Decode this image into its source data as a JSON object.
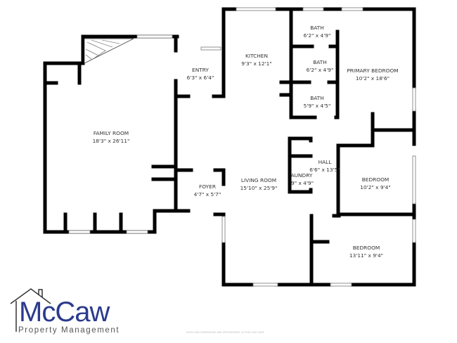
{
  "rooms": {
    "family_room": {
      "name": "FAMILY ROOM",
      "dims": "18'3\" x 26'11\""
    },
    "entry": {
      "name": "ENTRY",
      "dims": "6'3\" x 6'4\""
    },
    "kitchen": {
      "name": "KITCHEN",
      "dims": "9'3\" x 12'1\""
    },
    "bath1": {
      "name": "BATH",
      "dims": "6'2\" x 4'9\""
    },
    "bath2": {
      "name": "BATH",
      "dims": "6'2\" x 4'9\""
    },
    "bath3": {
      "name": "BATH",
      "dims": "5'9\" x 4'5\""
    },
    "primary_bedroom": {
      "name": "PRIMARY BEDROOM",
      "dims": "10'2\" x 18'6\""
    },
    "foyer": {
      "name": "FOYER",
      "dims": "4'7\" x 5'7\""
    },
    "living_room": {
      "name": "LIVING ROOM",
      "dims": "15'10\" x 25'9\""
    },
    "hall": {
      "name": "HALL",
      "dims": "6'6\" x 13'5\""
    },
    "laundry": {
      "name": "AUNDRY",
      "dims": "'9\" x 4'9\""
    },
    "bedroom1": {
      "name": "BEDROOM",
      "dims": "10'2\" x 9'4\""
    },
    "bedroom2": {
      "name": "BEDROOM",
      "dims": "13'11\" x 9'4\""
    }
  },
  "logo": {
    "name": "McCaw",
    "tagline": "Property Management",
    "color": "#2b3b8c"
  },
  "disclaimer": "SIZES AND DIMENSIONS ARE APPROXIMATE, ACTUAL MAY VARY."
}
